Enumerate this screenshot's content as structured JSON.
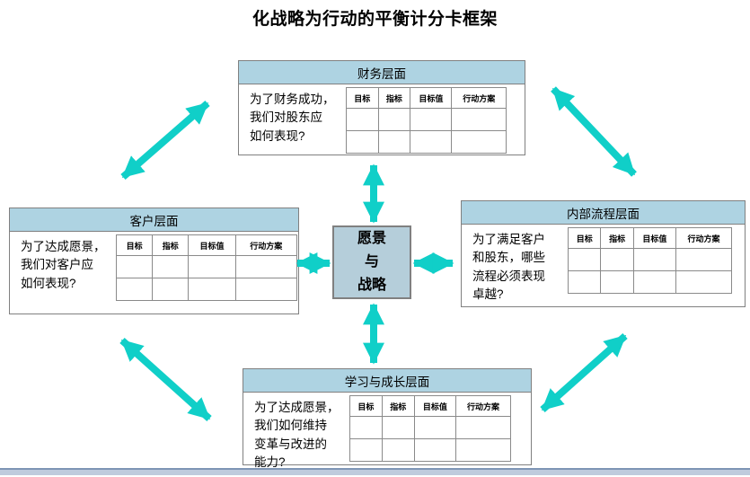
{
  "title": "化战略为行动的平衡计分卡框架",
  "center_box": {
    "text": "愿景\n与\n战略"
  },
  "table_columns": [
    "目标",
    "指标",
    "目标值",
    "行动方案"
  ],
  "perspectives": {
    "financial": {
      "title": "财务层面",
      "question": "为了财务成功，\n我们对股东应\n如何表现?"
    },
    "customer": {
      "title": "客户层面",
      "question": "为了达成愿景，\n我们对客户应\n如何表现?"
    },
    "internal_process": {
      "title": "内部流程层面",
      "question": "为了满足客户\n和股东，哪些\n流程必须表现\n卓越?"
    },
    "learning_growth": {
      "title": "学习与成长层面",
      "question": "为了达成愿景，\n我们如何维持\n变革与改进的\n能力?"
    }
  },
  "colors": {
    "arrow": "#10CFC8",
    "panel_header_fill": "#AED3E2",
    "center_box_fill": "#B5CEDA",
    "border_gray": "#808080",
    "bottom_bar_fill": "#BFCBDD",
    "bottom_bar_line": "#7E95B5"
  }
}
